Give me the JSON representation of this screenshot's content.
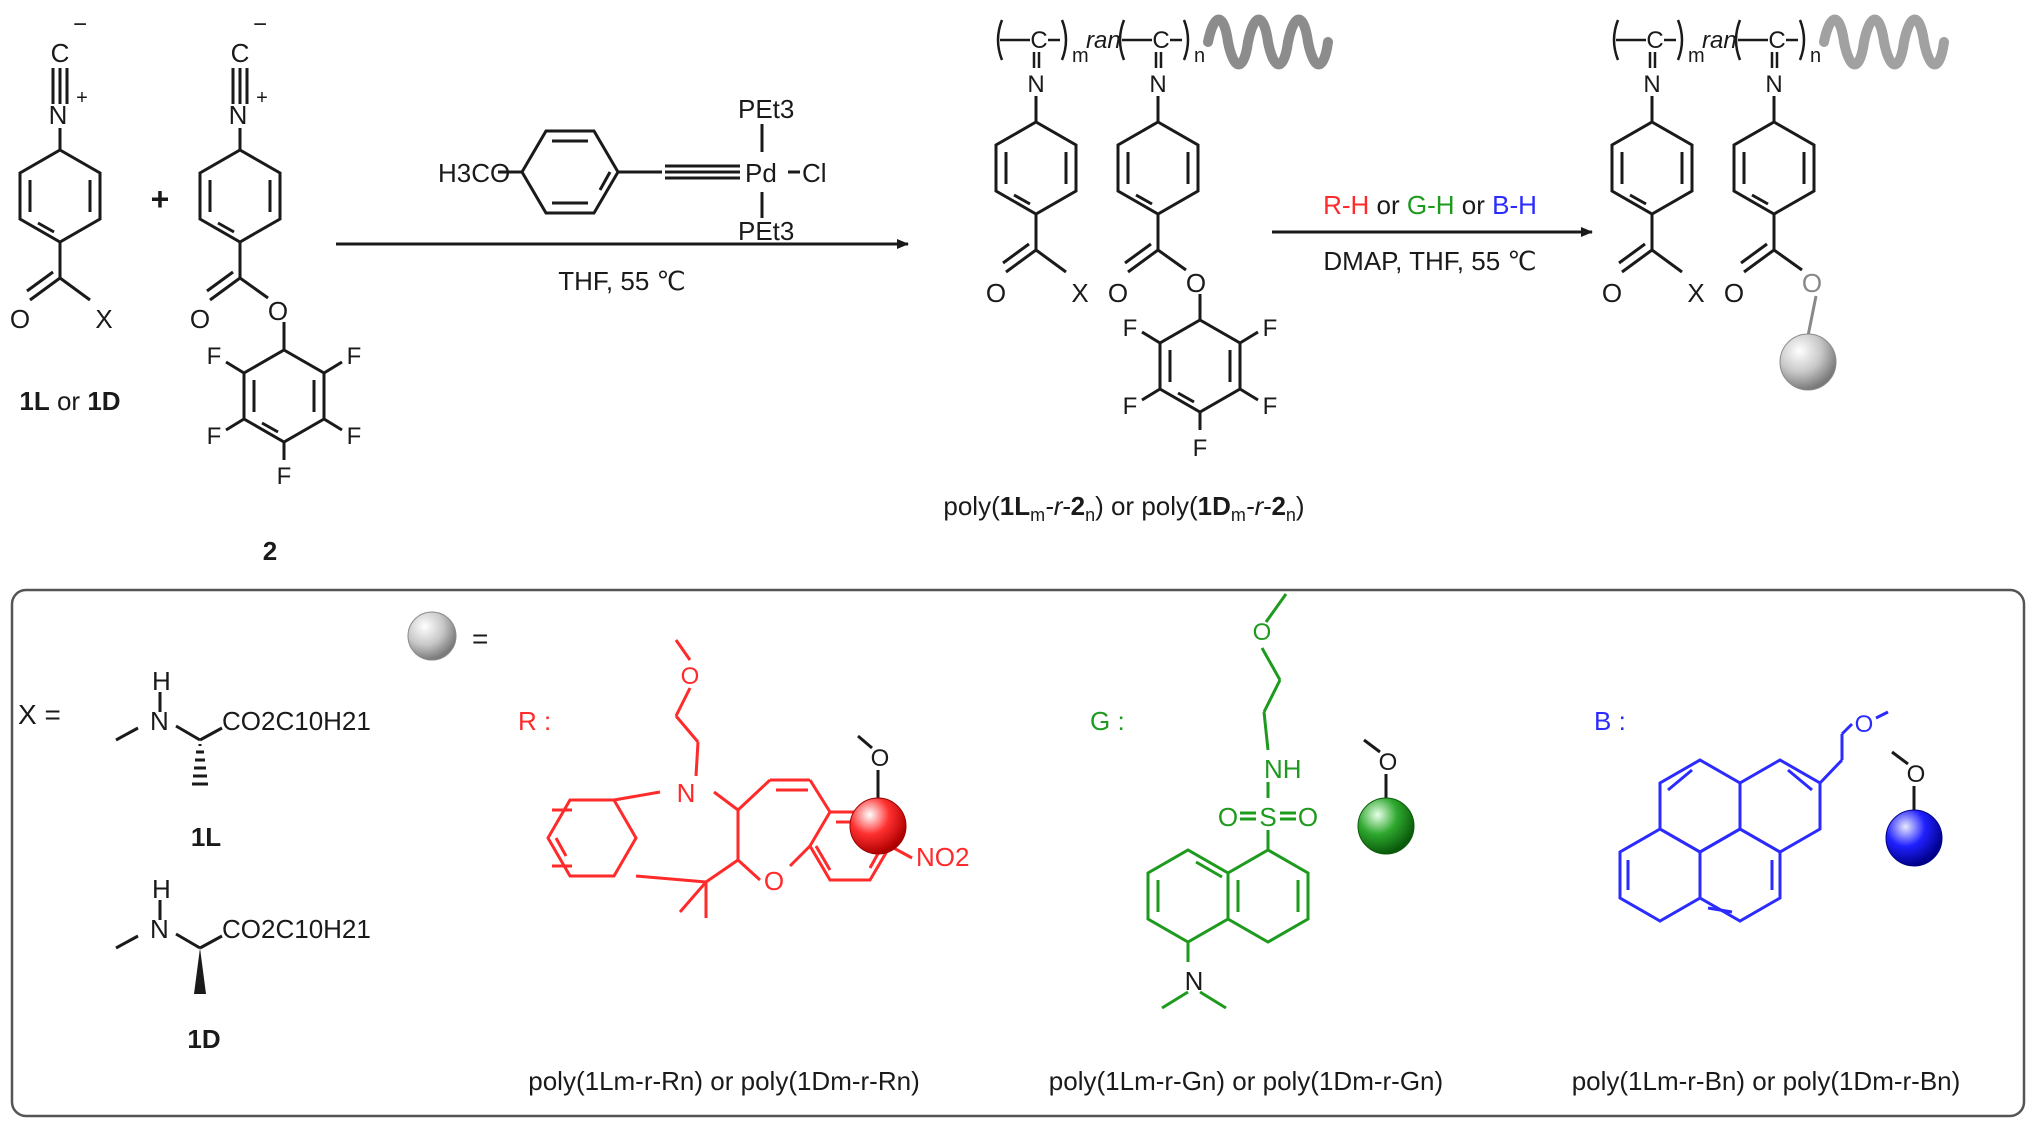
{
  "colors": {
    "black": "#1a1a1a",
    "red": "#ff2a2a",
    "green": "#1e9a1e",
    "blue": "#2b2bff",
    "panel_border": "#555555",
    "sphere_gray": "#b5b5b5"
  },
  "labels": {
    "isocyanide_charge_c": "C",
    "isocyanide_minus": "−",
    "isocyanide_n": "N",
    "isocyanide_plus": "+",
    "plus_sign": "+",
    "x_group": "X",
    "carbonyl_o": "O",
    "ester_o": "O",
    "fluorine": "F",
    "compound_1_prefix": "1L",
    "compound_1_or": " or ",
    "compound_1_suffix": "1D",
    "compound_2": "2"
  },
  "step1": {
    "methoxy": "H3CO",
    "pet3_top": "PEt3",
    "pet3_bottom": "PEt3",
    "pd": "Pd",
    "cl": "Cl",
    "conditions": "THF, 55 ℃"
  },
  "polymer": {
    "c": "C",
    "m": "m",
    "n": "n",
    "ran": "ran",
    "name_a": "poly(",
    "name_b": "1L",
    "name_c": "m",
    "name_d": "-r-",
    "name_e": "2",
    "name_f": "n",
    "name_g": ") or poly(",
    "name_h": "1D",
    "name_i": "m",
    "name_j": "-r-",
    "name_k": "2",
    "name_l": "n",
    "name_m": ")"
  },
  "step2": {
    "rh": "R-H",
    "or1": " or ",
    "gh": "G-H",
    "or2": " or ",
    "bh": "B-H",
    "conditions": "DMAP, THF, 55 ℃"
  },
  "panel": {
    "x_equals": "X =",
    "sphere_equals": "=",
    "nh_h": "H",
    "nh_n": "N",
    "ester_text": "CO2C10H21",
    "label_1L": "1L",
    "label_1D": "1D",
    "r_label": "R :",
    "g_label": "G :",
    "b_label": "B :",
    "r_n": "N",
    "r_o_ring": "O",
    "r_o_chain": "O",
    "r_no2": "NO2",
    "g_o_chain": "O",
    "g_nh": "NH",
    "g_s": "S",
    "g_o1": "O",
    "g_o2": "O",
    "g_n": "N",
    "b_o": "O",
    "sphere_o": "O",
    "poly_r": "poly(1Lm-r-Rn) or poly(1Dm-r-Rn)",
    "poly_g": "poly(1Lm-r-Gn) or poly(1Dm-r-Gn)",
    "poly_b": "poly(1Lm-r-Bn) or poly(1Dm-r-Bn)"
  }
}
